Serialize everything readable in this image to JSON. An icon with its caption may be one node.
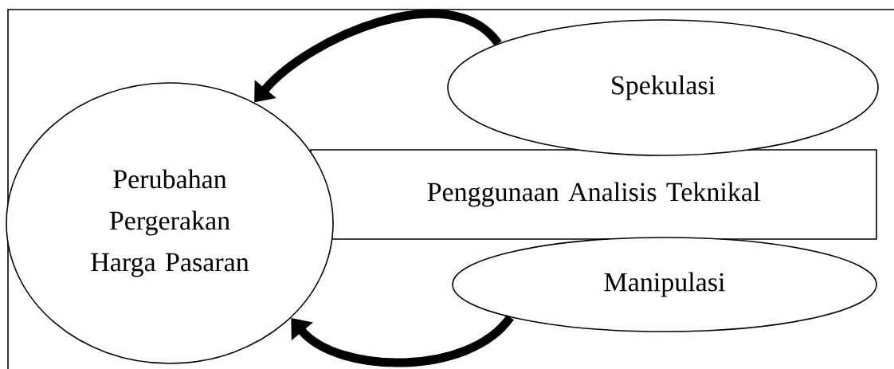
{
  "diagram": {
    "nodes": [
      {
        "text": [
          "Perubahan Pergerakan Harga Pasaran"
        ]
      },
      {
        "text": [
          "Spekulasi"
        ]
      },
      {
        "text": [
          "Penggunaan Analisis Teknikal"
        ]
      },
      {
        "text": [
          "Manipulasi"
        ]
      }
    ],
    "edges": [
      {
        "from": 1,
        "to": 0,
        "arrow": "to"
      },
      {
        "from": 3,
        "to": 0,
        "arrow": "to"
      }
    ]
  }
}
